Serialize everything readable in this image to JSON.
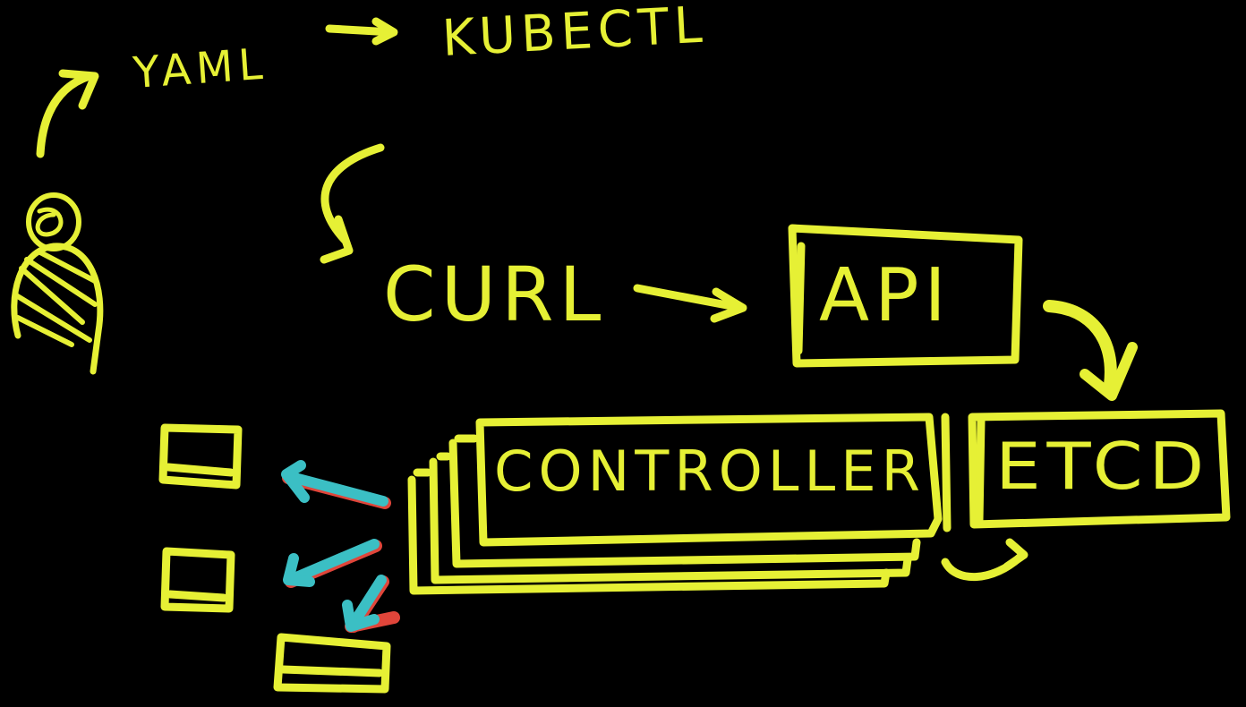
{
  "labels": {
    "yaml": "YAML",
    "kubectl": "KUBECTL",
    "curl": "CURL",
    "api": "API",
    "controller": "CONTROLLER",
    "etcd": "ETCD"
  },
  "colors": {
    "background": "#000000",
    "ink": "#e6f035",
    "arrow_accent": "#3bbfc4",
    "arrow_edge": "#e0453a"
  },
  "icons": [
    "person-icon",
    "pod-box-icon"
  ]
}
